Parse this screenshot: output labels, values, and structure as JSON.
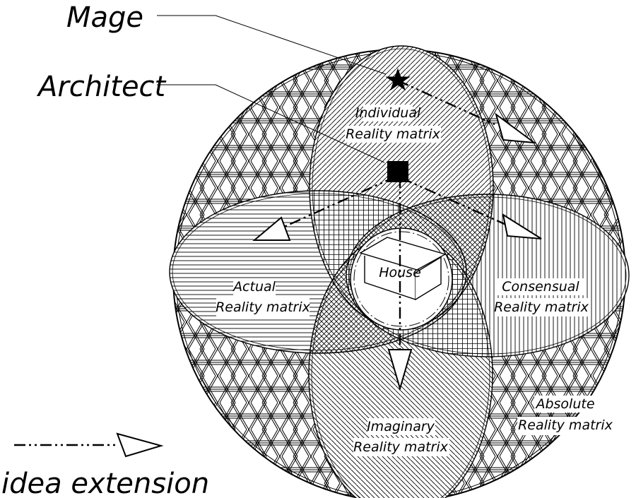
{
  "labels": {
    "mage": "Mage",
    "architect": "Architect",
    "house": "House",
    "individual": [
      "Individual",
      "Reality matrix"
    ],
    "actual": [
      "Actual",
      "Reality matrix"
    ],
    "consensual": [
      "Consensual",
      "Reality matrix"
    ],
    "imaginary": [
      "Imaginary",
      "Reality matrix"
    ],
    "absolute": [
      "Absolute",
      "Reality matrix"
    ]
  },
  "legend": {
    "label": "idea extension"
  },
  "colors": {
    "ink": "#000000",
    "paper": "#ffffff"
  },
  "icons": {
    "mage": "star-icon",
    "architect": "square-icon"
  }
}
